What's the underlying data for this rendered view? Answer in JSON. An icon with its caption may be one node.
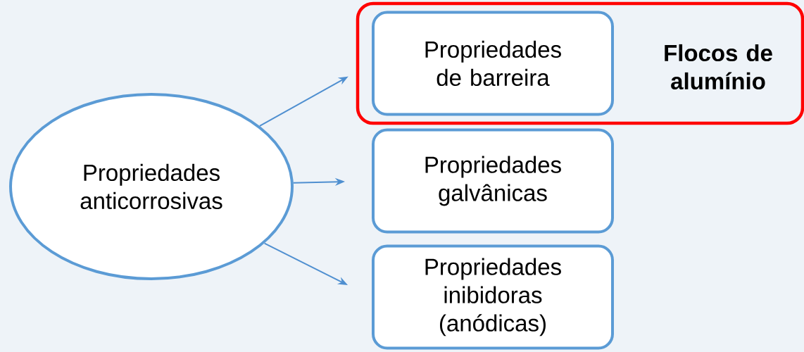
{
  "diagram": {
    "nodes": [
      {
        "text": [
          "Propriedades anticorrosivas"
        ]
      },
      {
        "text": [
          "Flocos de alumínio"
        ]
      },
      {
        "text": [
          "Propriedades de barreira"
        ],
        "in": 1
      },
      {
        "text": [
          "Propriedades galvânicas"
        ]
      },
      {
        "text": [
          "Propriedades inibidoras (anódicas)"
        ]
      }
    ],
    "edges": [
      {
        "from": 0,
        "to": 2,
        "arrow": "to"
      },
      {
        "from": 0,
        "to": 3,
        "arrow": "to"
      },
      {
        "from": 0,
        "to": 4,
        "arrow": "to"
      }
    ]
  }
}
